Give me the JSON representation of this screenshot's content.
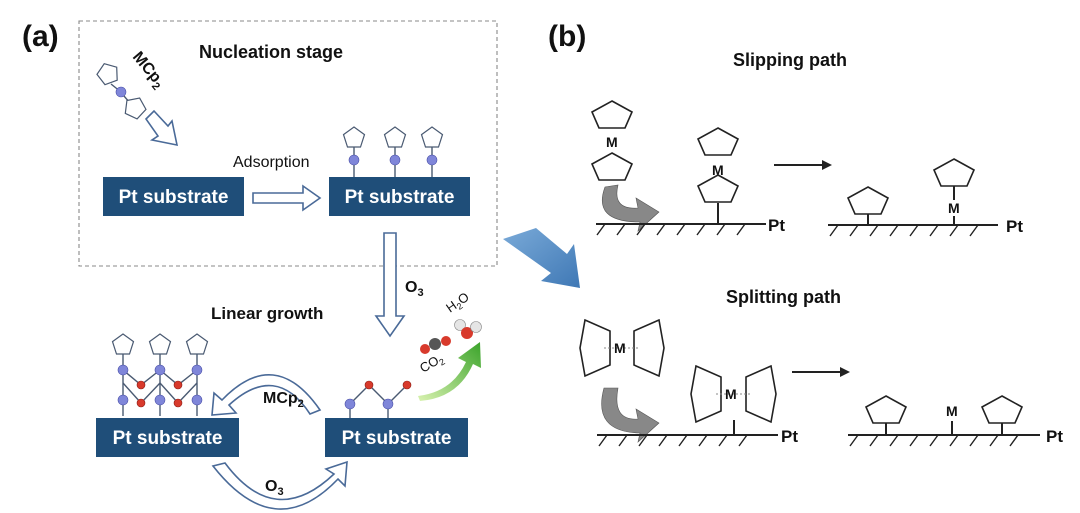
{
  "panel_a": {
    "label": "(a)",
    "nucleation_title": "Nucleation stage",
    "precursor_main": "MCp",
    "precursor_sub": "2",
    "adsorption": "Adsorption",
    "substrate": "Pt substrate",
    "o3_main": "O",
    "o3_sub": "3",
    "linear_growth": "Linear growth",
    "mcp2_main": "MCp",
    "mcp2_sub": "2",
    "h2o_h": "H",
    "h2o_sub": "2",
    "h2o_o": "O",
    "co2_co": "CO",
    "co2_sub": "2"
  },
  "panel_b": {
    "label": "(b)",
    "slipping_title": "Slipping path",
    "splitting_title": "Splitting path",
    "metal": "M",
    "pt": "Pt"
  },
  "colors": {
    "substrate_fill": "#1f4e79",
    "metal_atom": "#7f86d9",
    "oxygen_atom": "#d83a2c",
    "transition_arrow": "#5b93c7",
    "byproduct_arrow": "#4caf2a"
  }
}
